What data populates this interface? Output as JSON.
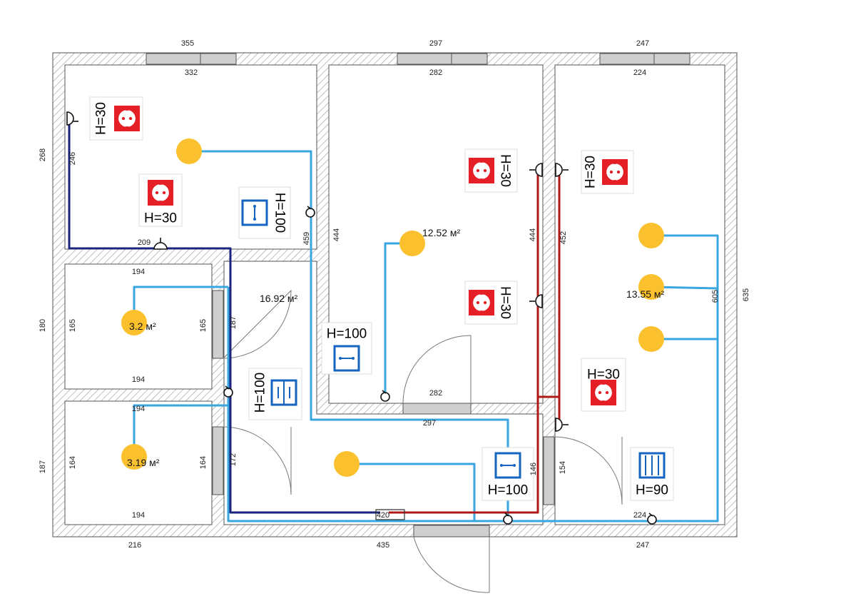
{
  "colors": {
    "wall_hatch": "#9a9a9a",
    "window": "#cfcfcf",
    "lighting_wire": "#3aa6df",
    "socket_wire": "#b01818",
    "main_wire": "#1a237e",
    "socket_red": "#e41f26",
    "switch_blue": "#1565c0",
    "lamp": "#fbc02d"
  },
  "dimensions": {
    "outer_top": [
      "355",
      "297",
      "247"
    ],
    "inner_top": [
      "332",
      "282",
      "224"
    ],
    "outer_bottom": [
      "216",
      "435",
      "247"
    ],
    "left_side": [
      "268",
      "180",
      "187"
    ],
    "right_side": "635",
    "living_left": "246",
    "living_wire": "209",
    "wc_top": "194",
    "wc_mid": "194",
    "wc_height_left": "165",
    "wc_height_right": "165",
    "bath_top": "194",
    "bath_bottom": "194",
    "bath_height_left": "164",
    "bath_height_right": "164",
    "corridor_187": "187",
    "corridor_172": "172",
    "partition_459": "459",
    "bedroom_left": "444",
    "bedroom_right": "444",
    "bedroom_bottom_inner": "282",
    "bedroom_bottom_outer": "297",
    "room3_left": "452",
    "room3_right": "605",
    "room3_door": "154",
    "room3_bottom": "224",
    "hall_146": "146",
    "hall_420": "420"
  },
  "areas": {
    "living": "16.92 м²",
    "bedroom": "12.52 м²",
    "room3": "13.55 м²",
    "wc": "3.2 м²",
    "bath": "3.19 м²"
  },
  "labels": {
    "socket_height": "H=30",
    "switch_height": "H=100",
    "radiator_height": "H=90"
  }
}
